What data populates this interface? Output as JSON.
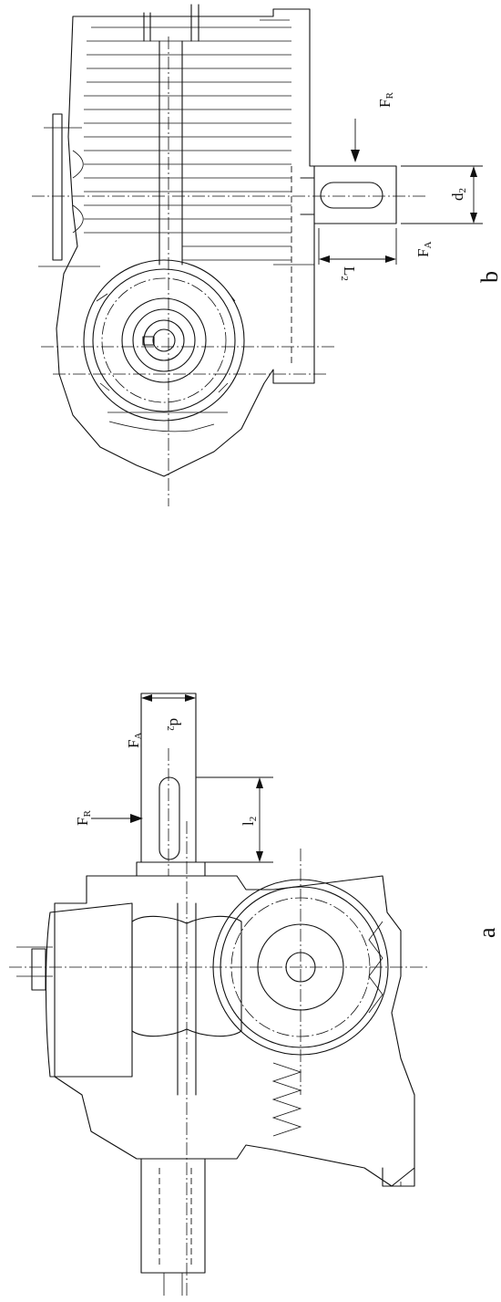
{
  "labels": {
    "b": {
      "fr": "F",
      "fr_sub": "R",
      "fa": "F",
      "fa_sub": "A",
      "l2": "L",
      "l2_sub": "2",
      "d2": "d",
      "d2_sub": "2"
    },
    "a": {
      "fr": "F",
      "fr_sub": "R",
      "fa": "F",
      "fa_sub": "A",
      "l2": "l",
      "l2_sub": "2",
      "d2": "d",
      "d2_sub": "2"
    }
  },
  "captions": {
    "b": "b",
    "a": "a"
  }
}
